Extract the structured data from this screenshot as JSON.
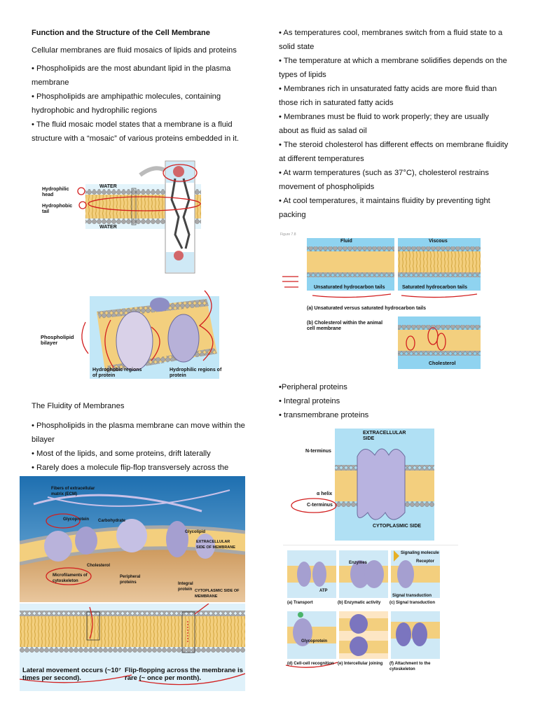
{
  "left": {
    "title": "Function and the Structure of the Cell Membrane",
    "intro": "Cellular membranes are fluid mosaics of lipids and proteins",
    "b1": "• Phospholipids are the most abundant lipid in the plasma membrane",
    "b2": "• Phospholipids are amphipathic molecules, containing hydrophobic and hydrophilic regions",
    "b3": "• The fluid mosaic model states that a membrane is a fluid structure with a “mosaic” of various proteins embedded in it.",
    "fluidity_heading": "The Fluidity of Membranes",
    "b4": "• Phospholipids in the plasma membrane can move within the bilayer",
    "b5": "• Most of the lipids, and some proteins, drift laterally",
    "b6": "• Rarely does a molecule flip-flop transversely across the"
  },
  "right": {
    "b1": "• As temperatures cool, membranes switch from a fluid state to a solid state",
    "b2": "• The temperature at which a membrane solidifies depends on the types of lipids",
    "b3": "• Membranes rich in unsaturated fatty acids are more fluid than those rich in saturated fatty acids",
    "b4": "• Membranes must be fluid to work properly; they are usually about as fluid as salad oil",
    "b5": "• The steroid cholesterol has different effects on membrane fluidity at different temperatures",
    "b6": "• At warm temperatures (such as 37°C), cholesterol restrains movement of  phospholipids",
    "b7": "• At cool temperatures, it maintains fluidity by preventing tight packing",
    "p1": "•Peripheral proteins",
    "p2": "• Integral proteins",
    "p3": "• transmembrane proteins"
  },
  "fig1": {
    "water_top": "WATER",
    "water_bottom": "WATER",
    "head": "Hydrophilic head",
    "tail": "Hydrophobic tail"
  },
  "fig2": {
    "bilayer": "Phospholipid bilayer",
    "hydrophobic": "Hydrophobic regions of protein",
    "hydrophilic": "Hydrophilic regions of protein"
  },
  "fig3": {
    "figure_label": "Figure 7.8",
    "fluid": "Fluid",
    "viscous": "Viscous",
    "unsat": "Unsaturated hydrocarbon tails",
    "sat": "Saturated hydrocarbon tails",
    "cap_a": "(a) Unsaturated versus saturated hydrocarbon tails",
    "cap_b": "(b) Cholesterol within the animal cell membrane",
    "cholesterol": "Cholesterol"
  },
  "fig4": {
    "ecm": "Fibers of extracellular matrix (ECM)",
    "glycoprotein": "Glycoprotein",
    "carbohydrate": "Carbohydrate",
    "glycolipid": "Glycolipid",
    "extracellular": "EXTRACELLULAR SIDE OF MEMBRANE",
    "cholesterol": "Cholesterol",
    "microfilaments": "Microfilaments of cytoskeleton",
    "peripheral": "Peripheral proteins",
    "integral": "Integral protein",
    "cytoplasmic": "CYTOPLASMIC SIDE OF MEMBRANE"
  },
  "fig5": {
    "lateral": "Lateral movement occurs (~10⁷ times per second).",
    "flip": "Flip-flopping across the membrane is rare (~ once per month)."
  },
  "fig6": {
    "extracellular": "EXTRACELLULAR SIDE",
    "nterm": "N-terminus",
    "helix": "α helix",
    "cterm": "C-terminus",
    "cytoplasmic": "CYTOPLASMIC SIDE"
  },
  "fig7": {
    "enzymes": "Enzymes",
    "signaling": "Signaling molecule",
    "receptor": "Receptor",
    "signal_transduction": "Signal transduction",
    "atp": "ATP",
    "cap_a": "(a) Transport",
    "cap_b": "(b) Enzymatic activity",
    "cap_c": "(c) Signal transduction",
    "glyco": "Glycoprotein",
    "cap_d": "(d) Cell-cell recognition",
    "cap_e": "(e) Intercellular joining",
    "cap_f": "(f) Attachment to the cytoskeleton"
  },
  "colors": {
    "membrane_tails": "#f0c770",
    "head_gray": "#a5a5a5",
    "protein": "#8e8ec4",
    "water_blue": "#8fd3f0",
    "annotation_red": "#d21f1f"
  }
}
